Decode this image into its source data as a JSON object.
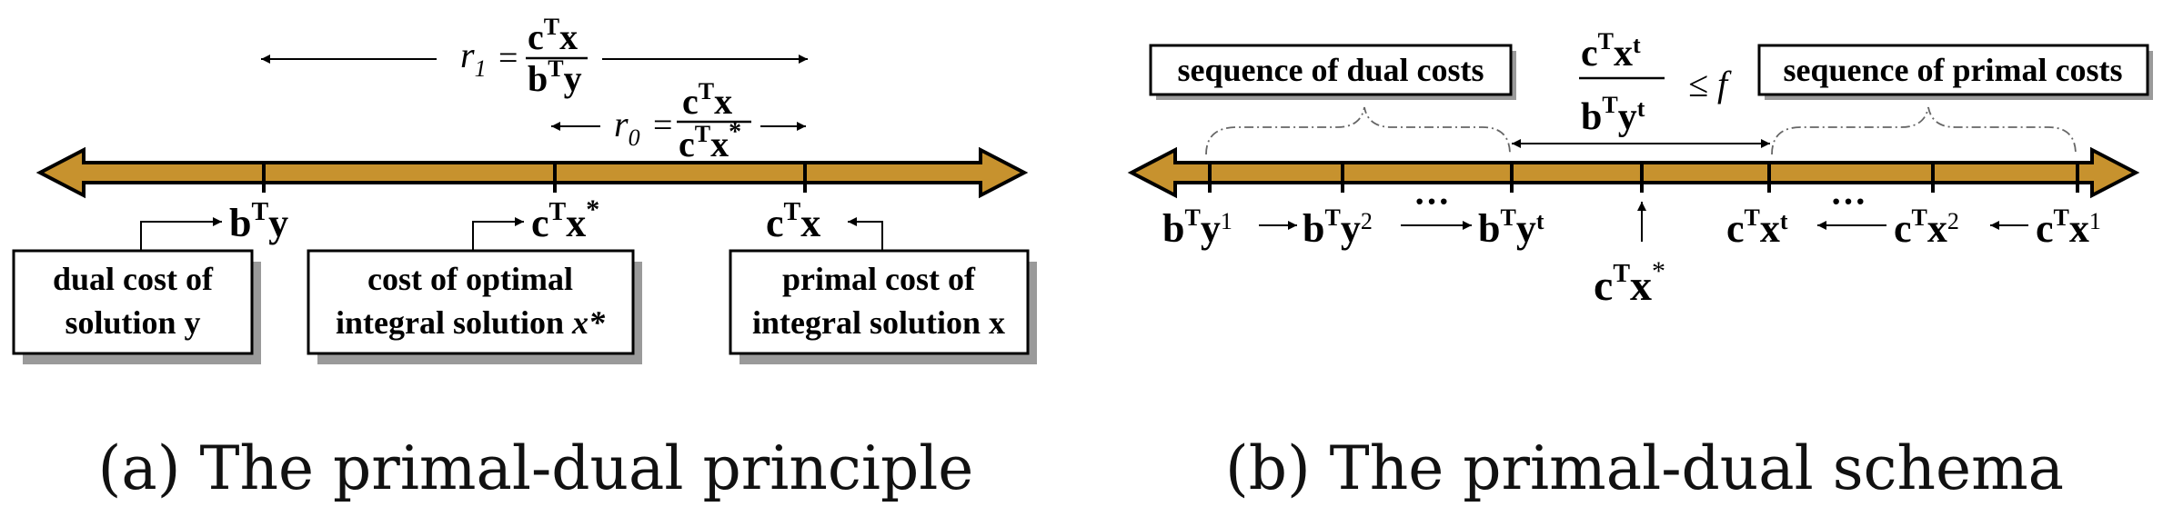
{
  "colors": {
    "bar": "#c7922e",
    "bar_outline": "#000000",
    "box_shadow": "#9a9a9a"
  },
  "panel_a": {
    "caption": "(a) The primal-dual principle",
    "r1": {
      "var": "r",
      "sub": "1",
      "eq": "=",
      "num_base": "c",
      "num_sup": "T",
      "num_var": "x",
      "den_base": "b",
      "den_sup": "T",
      "den_var": "y"
    },
    "r0": {
      "var": "r",
      "sub": "0",
      "eq": "=",
      "num_base": "c",
      "num_sup": "T",
      "num_var": "x",
      "den_base": "c",
      "den_sup": "T",
      "den_var": "x",
      "den_star": "*"
    },
    "tick_labels": {
      "dual": {
        "base": "b",
        "sup": "T",
        "var": "y"
      },
      "opt": {
        "base": "c",
        "sup": "T",
        "var": "x",
        "star": "*"
      },
      "primal": {
        "base": "c",
        "sup": "T",
        "var": "x"
      }
    },
    "boxes": {
      "dual": [
        "dual cost of",
        "solution y"
      ],
      "opt": [
        "cost of optimal",
        "integral solution ",
        "x*"
      ],
      "primal": [
        "primal cost of",
        "integral solution x"
      ]
    }
  },
  "panel_b": {
    "caption": "(b) The primal-dual schema",
    "box_dual": "sequence of dual costs",
    "box_primal": "sequence of primal costs",
    "ratio": {
      "num_base": "c",
      "num_sup": "T",
      "num_var": "x",
      "num_t": "t",
      "den_base": "b",
      "den_sup": "T",
      "den_var": "y",
      "den_t": "t",
      "rel": "≤ f"
    },
    "dual_seq": [
      {
        "base": "b",
        "sup": "T",
        "var": "y",
        "idx": "1"
      },
      {
        "base": "b",
        "sup": "T",
        "var": "y",
        "idx": "2"
      },
      {
        "base": "b",
        "sup": "T",
        "var": "y",
        "idx": "t"
      }
    ],
    "primal_seq": [
      {
        "base": "c",
        "sup": "T",
        "var": "x",
        "idx": "t"
      },
      {
        "base": "c",
        "sup": "T",
        "var": "x",
        "idx": "2"
      },
      {
        "base": "c",
        "sup": "T",
        "var": "x",
        "idx": "1"
      }
    ],
    "dots": "···",
    "opt": {
      "base": "c",
      "sup": "T",
      "var": "x",
      "star": "*"
    }
  }
}
